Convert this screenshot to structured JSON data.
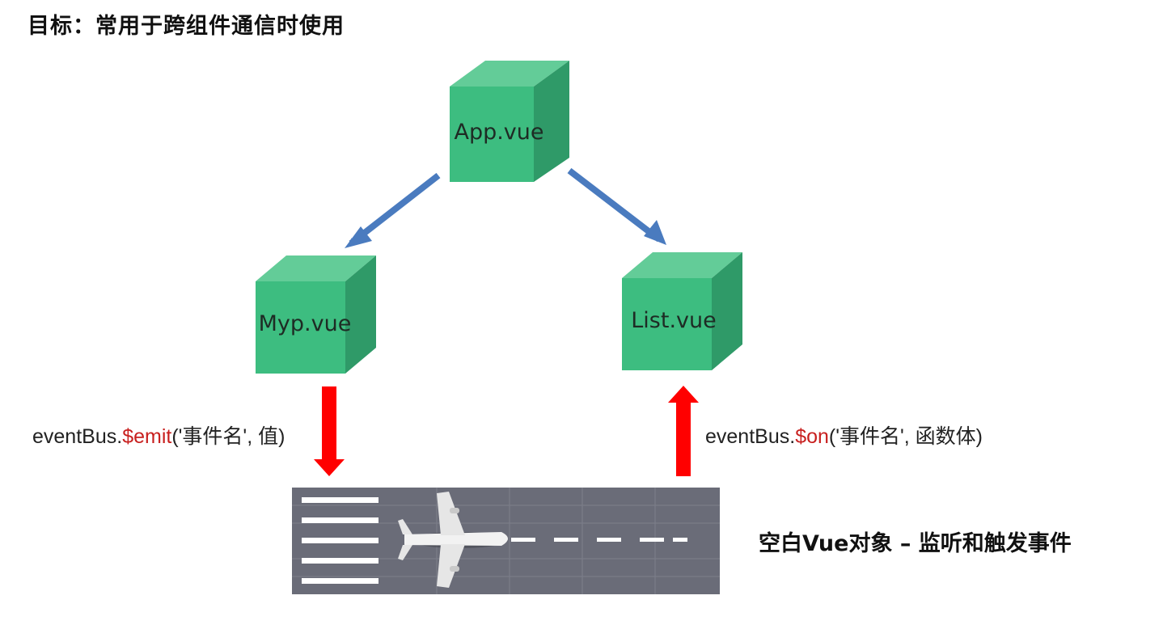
{
  "title": "目标：常用于跨组件通信时使用",
  "nodes": {
    "app": "App.vue",
    "myp": "Myp.vue",
    "list": "List.vue"
  },
  "emit_code": {
    "prefix": "eventBus.",
    "method": "$emit",
    "args": "('事件名', 值)"
  },
  "on_code": {
    "prefix": "eventBus.",
    "method": "$on",
    "args": "('事件名', 函数体)"
  },
  "runway_label": "空白Vue对象 – 监听和触发事件",
  "colors": {
    "cube_front": "#3dbd80",
    "cube_top": "#63cc98",
    "cube_side": "#2f9a68",
    "blue_arrow": "#4a7bbf",
    "red_arrow": "#ff0000",
    "runway": "#6a6c78",
    "method_text": "#c8201f"
  }
}
